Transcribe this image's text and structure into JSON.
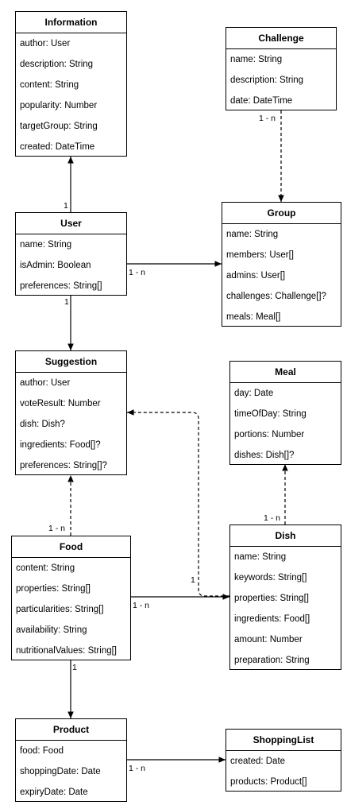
{
  "classes": {
    "information": {
      "name": "Information",
      "attributes": [
        "author: User",
        "description: String",
        "content: String",
        "popularity: Number",
        "targetGroup: String",
        "created: DateTime"
      ]
    },
    "challenge": {
      "name": "Challenge",
      "attributes": [
        "name: String",
        "description: String",
        "date: DateTime"
      ]
    },
    "user": {
      "name": "User",
      "attributes": [
        "name: String",
        "isAdmin: Boolean",
        "preferences: String[]"
      ]
    },
    "group": {
      "name": "Group",
      "attributes": [
        "name: String",
        "members: User[]",
        "admins: User[]",
        "challenges: Challenge[]?",
        "meals: Meal[]"
      ]
    },
    "suggestion": {
      "name": "Suggestion",
      "attributes": [
        "author: User",
        "voteResult: Number",
        "dish: Dish?",
        "ingredients: Food[]?",
        "preferences: String[]?"
      ]
    },
    "meal": {
      "name": "Meal",
      "attributes": [
        "day: Date",
        "timeOfDay: String",
        "portions: Number",
        "dishes: Dish[]?"
      ]
    },
    "food": {
      "name": "Food",
      "attributes": [
        "content: String",
        "properties: String[]",
        "particularities: String[]",
        "availability: String",
        "nutritionalValues: String[]"
      ]
    },
    "dish": {
      "name": "Dish",
      "attributes": [
        "name: String",
        "keywords: String[]",
        "properties: String[]",
        "ingredients: Food[]",
        "amount: Number",
        "preparation: String"
      ]
    },
    "product": {
      "name": "Product",
      "attributes": [
        "food: Food",
        "shoppingDate: Date",
        "expiryDate: Date"
      ]
    },
    "shoppingList": {
      "name": "ShoppingList",
      "attributes": [
        "created: Date",
        "products: Product[]"
      ]
    }
  },
  "multiplicities": {
    "user_information": "1",
    "challenge_group": "1 - n",
    "user_group": "1 - n",
    "user_suggestion": "1",
    "food_suggestion": "1 - n",
    "dish_meal": "1 - n",
    "dish_suggestion": "1",
    "food_dish": "1 - n",
    "food_product": "1",
    "product_shoppinglist": "1 - n"
  }
}
